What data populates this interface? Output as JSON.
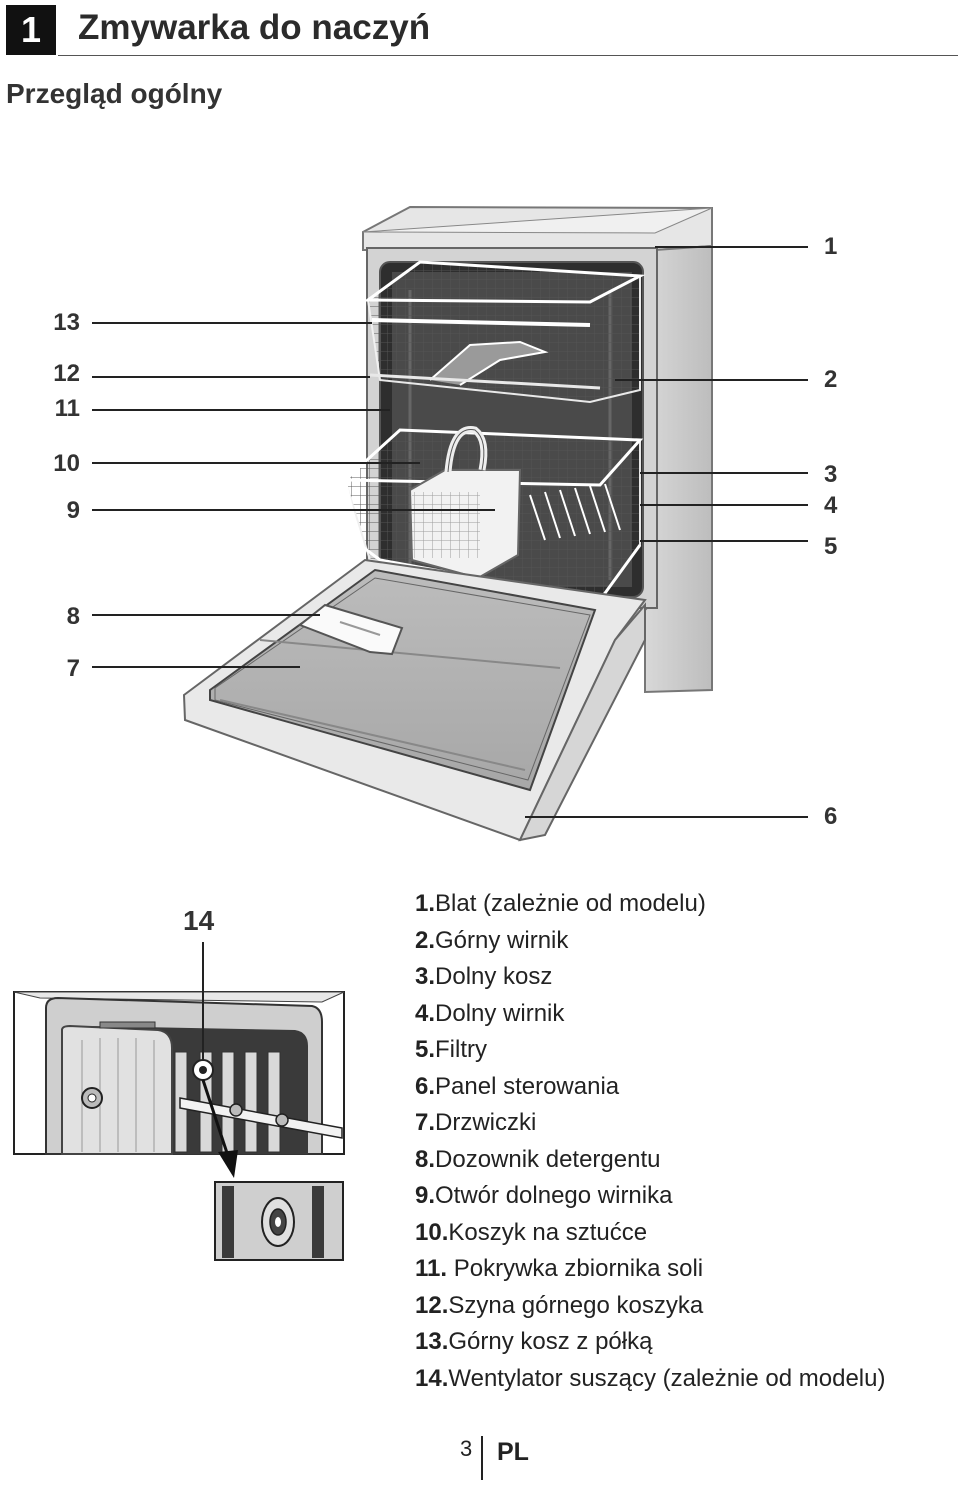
{
  "header": {
    "chapter_number": "1",
    "chapter_title": "Zmywarka do naczyń",
    "section_title": "Przegląd ogólny"
  },
  "callouts": {
    "right": [
      "1",
      "2",
      "3",
      "4",
      "5",
      "6"
    ],
    "left": [
      "13",
      "12",
      "11",
      "10",
      "9",
      "8",
      "7"
    ],
    "inset": "14"
  },
  "legend": [
    {
      "num": "1.",
      "text": "Blat (zależnie od modelu)"
    },
    {
      "num": "2.",
      "text": "Górny wirnik"
    },
    {
      "num": "3.",
      "text": "Dolny kosz"
    },
    {
      "num": "4.",
      "text": "Dolny wirnik"
    },
    {
      "num": "5.",
      "text": "Filtry"
    },
    {
      "num": "6.",
      "text": "Panel sterowania"
    },
    {
      "num": "7.",
      "text": "Drzwiczki"
    },
    {
      "num": "8.",
      "text": "Dozownik detergentu"
    },
    {
      "num": "9.",
      "text": "Otwór dolnego wirnika"
    },
    {
      "num": "10.",
      "text": "Koszyk na sztućce"
    },
    {
      "num": "11.",
      "text": " Pokrywka zbiornika soli"
    },
    {
      "num": "12.",
      "text": "Szyna górnego koszyka"
    },
    {
      "num": "13.",
      "text": "Górny kosz z półką"
    },
    {
      "num": "14.",
      "text": "Wentylator suszący (zależnie od modelu)"
    }
  ],
  "footer": {
    "page_number": "3",
    "language": "PL"
  }
}
